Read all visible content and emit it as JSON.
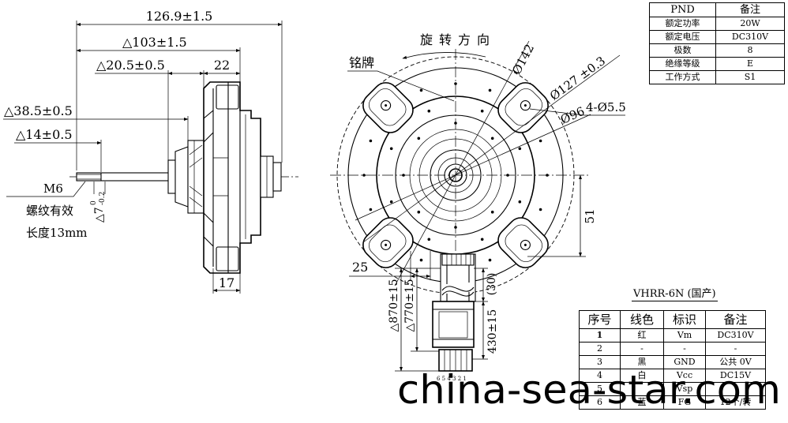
{
  "side_view": {
    "dim_overall": "126.9±1.5",
    "dim_103": "△103±1.5",
    "dim_20_5": "△20.5±0.5",
    "dim_22": "22",
    "dim_38_5": "△38.5±0.5",
    "dim_14": "△14±0.5",
    "thread_size": "M6",
    "thread_note_line1": "螺纹有效",
    "thread_note_line2": "长度13mm",
    "shaft_dia": "△7",
    "shaft_tol_upper": "0",
    "shaft_tol_lower": "-0.2",
    "dim_17": "17"
  },
  "front_view": {
    "rotation_label": "旋转方向",
    "nameplate_label": "铭牌",
    "dia_142": "Ø142",
    "dia_127": "Ø127 ±0.3",
    "mount_holes": "4-Ø5.5",
    "dia_96": "Ø96",
    "dim_51": "51",
    "dim_25": "25",
    "lead_870": "△870±15",
    "lead_770": "△770±15",
    "dim_30": "(30)",
    "dim_430": "430±15",
    "pin_numbers": "6 5 4 3 2 1"
  },
  "spec_table": {
    "headers": [
      "PND",
      "备注"
    ],
    "rows": [
      [
        "额定功率",
        "20W"
      ],
      [
        "额定电压",
        "DC310V"
      ],
      [
        "极数",
        "8"
      ],
      [
        "绝缘等级",
        "E"
      ],
      [
        "工作方式",
        "S1"
      ]
    ]
  },
  "connector": {
    "model": "VHRR-6N (国产)",
    "headers": [
      "序号",
      "线色",
      "标识",
      "备注"
    ],
    "rows": [
      [
        "1",
        "红",
        "Vm",
        "DC310V"
      ],
      [
        "2",
        "-",
        "-",
        "-"
      ],
      [
        "3",
        "黑",
        "GND",
        "公共 0V"
      ],
      [
        "4",
        "白",
        "Vcc",
        "DC15V"
      ],
      [
        "5",
        "",
        "Vsp",
        ""
      ],
      [
        "6",
        "蓝",
        "FG",
        "12个/转"
      ]
    ]
  },
  "watermark": "china-sea-star.com"
}
